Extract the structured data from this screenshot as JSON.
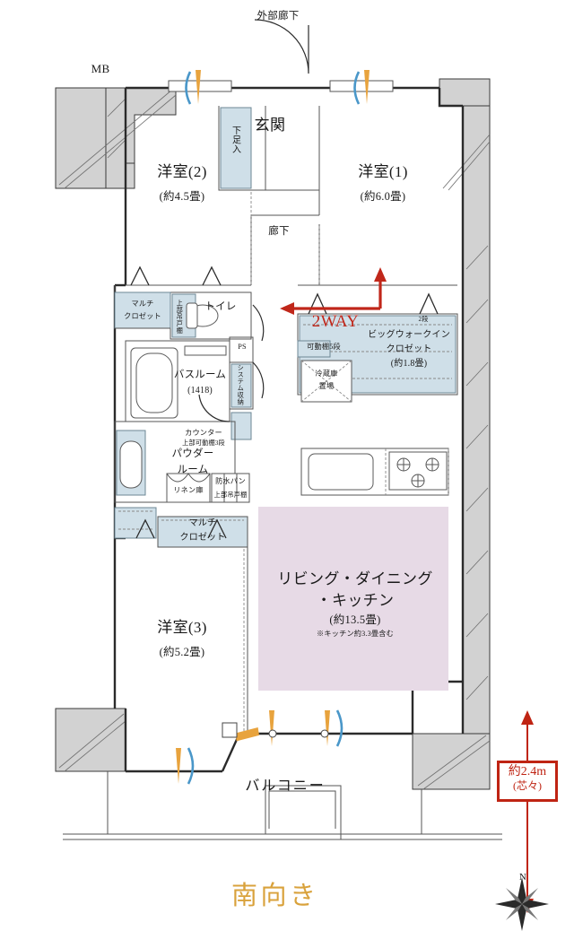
{
  "plan": {
    "type": "japanese-apartment-floorplan",
    "orientation_label": "南向き",
    "compass_label": "N",
    "ceiling_dimension": {
      "value": "約2.4m",
      "note": "(芯々)"
    },
    "colors": {
      "ldk_fill": "#e7dae6",
      "storage_fill": "#cfdfe8",
      "structural_wall": "#d2d2d2",
      "wall_line": "#2b2b2b",
      "accent_red": "#c0271a",
      "dimension_red": "#bf2413",
      "orientation_gold": "#d9a23c",
      "window_marker_gold": "#e8a33d",
      "window_marker_blue": "#4a97c9"
    }
  },
  "labels": {
    "outside_corridor": "外部廊下",
    "mb": "MB",
    "entrance": "玄関",
    "shoe_cabinet": "下足入",
    "room2_name": "洋室(2)",
    "room2_size": "(約4.5畳)",
    "room1_name": "洋室(1)",
    "room1_size": "(約6.0畳)",
    "room3_name": "洋室(3)",
    "room3_size": "(約5.2畳)",
    "hallway": "廊下",
    "toilet": "トイレ",
    "multi_closet_top_1": "マルチ",
    "multi_closet_top_2": "クロゼット",
    "upper_cabinet_toilet": "上部吊戸棚",
    "ps": "PS",
    "system_storage": "システム収納",
    "bathroom_name": "バスルーム",
    "bathroom_size": "(1418)",
    "counter": "カウンター",
    "counter_shelf": "上部可動棚3段",
    "powder_room_1": "パウダー",
    "powder_room_2": "ルーム",
    "linen": "リネン庫",
    "waterproof_pan": "防水パン",
    "upper_cabinet_laundry": "上部吊戸棚",
    "multi_closet_bottom_1": "マルチ",
    "multi_closet_bottom_2": "クロゼット",
    "two_way": "2WAY",
    "wic_line1": "ビッグウォークイン",
    "wic_line2": "クロゼット",
    "wic_size": "(約1.8畳)",
    "shelf_2dan": "2段",
    "movable_shelf_5": "可動棚5段",
    "fridge_1": "冷蔵庫",
    "fridge_2": "置場",
    "ldk_line1": "リビング・ダイニング",
    "ldk_line2": "・キッチン",
    "ldk_size": "(約13.5畳)",
    "ldk_note": "※キッチン約3.3畳含む",
    "balcony": "バルコニー"
  }
}
